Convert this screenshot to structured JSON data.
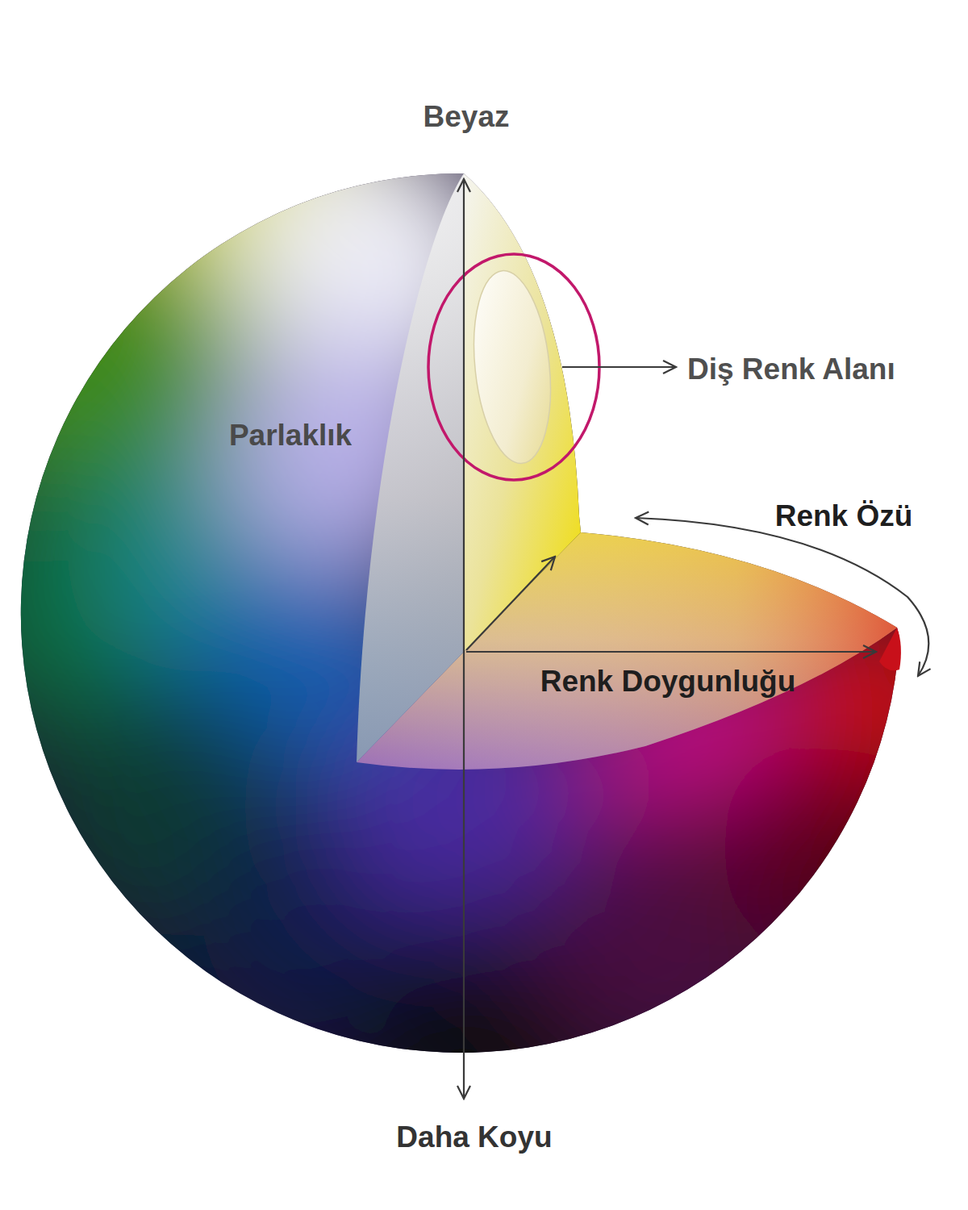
{
  "diagram": {
    "labels": [
      "Beyaz",
      "Parlaklık",
      "Diş Renk Alanı",
      "Renk Özü",
      "Renk Doygunluğu",
      "Daha Koyu"
    ]
  }
}
